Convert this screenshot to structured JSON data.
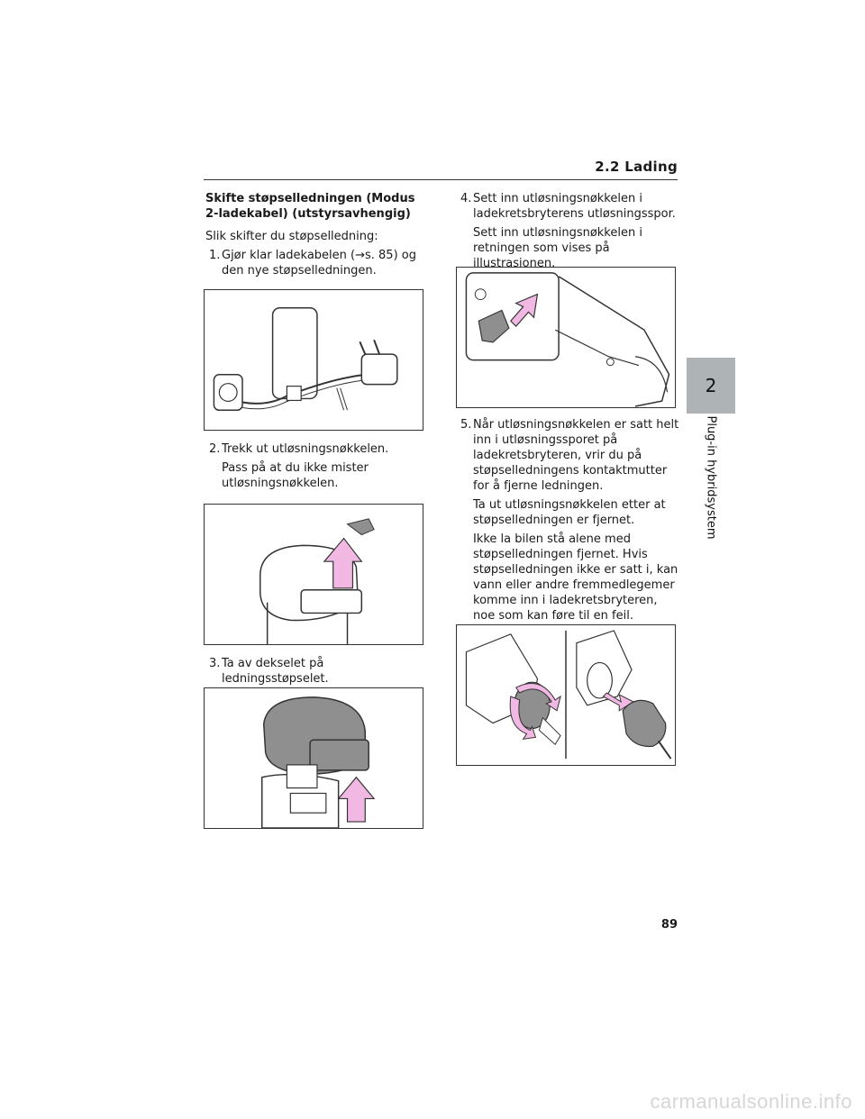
{
  "header": {
    "section_title": "2.2  Lading"
  },
  "side_tab": {
    "number": "2",
    "label": "Plug-in hybridsystem"
  },
  "left_column": {
    "section_heading": "Skifte støpselledningen (Modus 2-ladekabel) (utstyrsavhengig)",
    "intro": "Slik skifter du støpselledning:",
    "step1": {
      "num": "1.",
      "text": "Gjør klar ladekabelen (→s. 85) og den nye støpselledningen."
    },
    "step2": {
      "num": "2.",
      "text": "Trekk ut utløsningsnøkkelen.",
      "sub": "Pass på at du ikke mister utløsningsnøkkelen."
    },
    "step3": {
      "num": "3.",
      "text": "Ta av dekselet på ledningsstøpselet."
    }
  },
  "right_column": {
    "step4": {
      "num": "4.",
      "text": "Sett inn utløsningsnøkkelen i ladekretsbryterens utløsningsspor.",
      "sub": "Sett inn utløsningsnøkkelen i retningen som vises på illustrasjonen."
    },
    "step5": {
      "num": "5.",
      "text": "Når utløsningsnøkkelen er satt helt inn i utløsningssporet på ladekretsbryteren, vrir du på støpselledningens kontaktmutter for å fjerne ledningen.",
      "sub1": "Ta ut utløsningsnøkkelen etter at støpselledningen er fjernet.",
      "sub2": "Ikke la bilen stå alene med støpselledningen fjernet. Hvis støpselledningen ikke er satt i, kan vann eller andre fremmedlegemer komme inn i ladekretsbryteren, noe som kan føre til en feil."
    }
  },
  "page_number": "89",
  "watermark": "carmanualsonline.info",
  "colors": {
    "arrow_fill": "#f1b8e4",
    "tab_gray": "#aeb3b5",
    "part_gray": "#8f8f8f"
  }
}
